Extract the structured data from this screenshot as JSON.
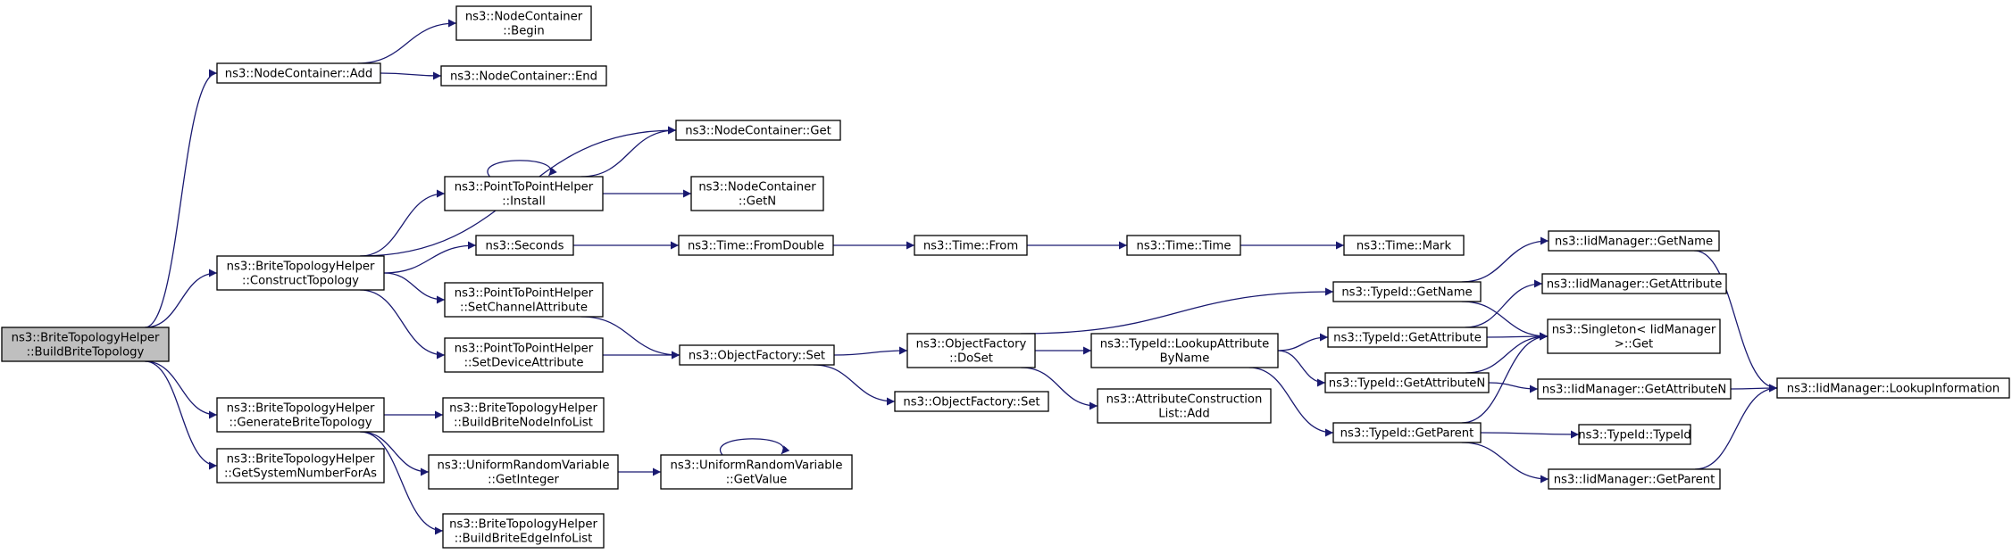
{
  "colors": {
    "edge": "#191970",
    "node_border": "#000000",
    "node_fill": "#ffffff",
    "root_fill": "#bfbfbf"
  },
  "nodes": [
    {
      "id": "root",
      "lines": [
        "ns3::BriteTopologyHelper",
        "::BuildBriteTopology"
      ],
      "root": true
    },
    {
      "id": "nc_add",
      "lines": [
        "ns3::NodeContainer::Add"
      ]
    },
    {
      "id": "nc_begin",
      "lines": [
        "ns3::NodeContainer",
        "::Begin"
      ]
    },
    {
      "id": "nc_end",
      "lines": [
        "ns3::NodeContainer::End"
      ]
    },
    {
      "id": "construct",
      "lines": [
        "ns3::BriteTopologyHelper",
        "::ConstructTopology"
      ]
    },
    {
      "id": "nc_get",
      "lines": [
        "ns3::NodeContainer::Get"
      ]
    },
    {
      "id": "p2p_install",
      "lines": [
        "ns3::PointToPointHelper",
        "::Install"
      ]
    },
    {
      "id": "nc_getn",
      "lines": [
        "ns3::NodeContainer",
        "::GetN"
      ]
    },
    {
      "id": "seconds",
      "lines": [
        "ns3::Seconds"
      ]
    },
    {
      "id": "fromdouble",
      "lines": [
        "ns3::Time::FromDouble"
      ]
    },
    {
      "id": "time_from",
      "lines": [
        "ns3::Time::From"
      ]
    },
    {
      "id": "time_time",
      "lines": [
        "ns3::Time::Time"
      ]
    },
    {
      "id": "time_mark",
      "lines": [
        "ns3::Time::Mark"
      ]
    },
    {
      "id": "setchannel",
      "lines": [
        "ns3::PointToPointHelper",
        "::SetChannelAttribute"
      ]
    },
    {
      "id": "setdevice",
      "lines": [
        "ns3::PointToPointHelper",
        "::SetDeviceAttribute"
      ]
    },
    {
      "id": "of_set",
      "lines": [
        "ns3::ObjectFactory::Set"
      ]
    },
    {
      "id": "of_doset",
      "lines": [
        "ns3::ObjectFactory",
        "::DoSet"
      ]
    },
    {
      "id": "of_set2",
      "lines": [
        "ns3::ObjectFactory::Set"
      ]
    },
    {
      "id": "lookupattr",
      "lines": [
        "ns3::TypeId::LookupAttribute",
        "ByName"
      ]
    },
    {
      "id": "acl_add",
      "lines": [
        "ns3::AttributeConstruction",
        "List::Add"
      ]
    },
    {
      "id": "tid_getname",
      "lines": [
        "ns3::TypeId::GetName"
      ]
    },
    {
      "id": "tid_getattr",
      "lines": [
        "ns3::TypeId::GetAttribute"
      ]
    },
    {
      "id": "tid_getattrn",
      "lines": [
        "ns3::TypeId::GetAttributeN"
      ]
    },
    {
      "id": "tid_getparent",
      "lines": [
        "ns3::TypeId::GetParent"
      ]
    },
    {
      "id": "iid_getname",
      "lines": [
        "ns3::IidManager::GetName"
      ]
    },
    {
      "id": "iid_getattr",
      "lines": [
        "ns3::IidManager::GetAttribute"
      ]
    },
    {
      "id": "singleton",
      "lines": [
        "ns3::Singleton< IidManager",
        " >::Get"
      ]
    },
    {
      "id": "iid_getattrn",
      "lines": [
        "ns3::IidManager::GetAttributeN"
      ]
    },
    {
      "id": "iid_lookup",
      "lines": [
        "ns3::IidManager::LookupInformation"
      ]
    },
    {
      "id": "tid_typeid",
      "lines": [
        "ns3::TypeId::TypeId"
      ]
    },
    {
      "id": "iid_getparent",
      "lines": [
        "ns3::IidManager::GetParent"
      ]
    },
    {
      "id": "genbrite",
      "lines": [
        "ns3::BriteTopologyHelper",
        "::GenerateBriteTopology"
      ]
    },
    {
      "id": "sysnum",
      "lines": [
        "ns3::BriteTopologyHelper",
        "::GetSystemNumberForAs"
      ]
    },
    {
      "id": "nodeinfo",
      "lines": [
        "ns3::BriteTopologyHelper",
        "::BuildBriteNodeInfoList"
      ]
    },
    {
      "id": "getint",
      "lines": [
        "ns3::UniformRandomVariable",
        "::GetInteger"
      ]
    },
    {
      "id": "getvalue",
      "lines": [
        "ns3::UniformRandomVariable",
        "::GetValue"
      ]
    },
    {
      "id": "edgeinfo",
      "lines": [
        "ns3::BriteTopologyHelper",
        "::BuildBriteEdgeInfoList"
      ]
    }
  ],
  "edges": [
    [
      "root",
      "nc_add"
    ],
    [
      "root",
      "construct"
    ],
    [
      "root",
      "genbrite"
    ],
    [
      "root",
      "sysnum"
    ],
    [
      "nc_add",
      "nc_begin"
    ],
    [
      "nc_add",
      "nc_end"
    ],
    [
      "construct",
      "nc_get"
    ],
    [
      "construct",
      "p2p_install"
    ],
    [
      "construct",
      "seconds"
    ],
    [
      "construct",
      "setchannel"
    ],
    [
      "construct",
      "setdevice"
    ],
    [
      "p2p_install",
      "nc_get"
    ],
    [
      "p2p_install",
      "nc_getn"
    ],
    [
      "p2p_install",
      "p2p_install"
    ],
    [
      "seconds",
      "fromdouble"
    ],
    [
      "fromdouble",
      "time_from"
    ],
    [
      "time_from",
      "time_time"
    ],
    [
      "time_time",
      "time_mark"
    ],
    [
      "setchannel",
      "of_set"
    ],
    [
      "setdevice",
      "of_set"
    ],
    [
      "of_set",
      "of_doset"
    ],
    [
      "of_set",
      "of_set2"
    ],
    [
      "of_doset",
      "tid_getname"
    ],
    [
      "of_doset",
      "lookupattr"
    ],
    [
      "of_doset",
      "acl_add"
    ],
    [
      "lookupattr",
      "tid_getattr"
    ],
    [
      "lookupattr",
      "tid_getattrn"
    ],
    [
      "lookupattr",
      "tid_getparent"
    ],
    [
      "tid_getname",
      "iid_getname"
    ],
    [
      "tid_getname",
      "singleton"
    ],
    [
      "tid_getattr",
      "iid_getattr"
    ],
    [
      "tid_getattr",
      "singleton"
    ],
    [
      "tid_getattrn",
      "singleton"
    ],
    [
      "tid_getattrn",
      "iid_getattrn"
    ],
    [
      "tid_getparent",
      "singleton"
    ],
    [
      "tid_getparent",
      "tid_typeid"
    ],
    [
      "tid_getparent",
      "iid_getparent"
    ],
    [
      "iid_getname",
      "iid_lookup"
    ],
    [
      "iid_getattrn",
      "iid_lookup"
    ],
    [
      "iid_getparent",
      "iid_lookup"
    ],
    [
      "genbrite",
      "nodeinfo"
    ],
    [
      "genbrite",
      "getint"
    ],
    [
      "genbrite",
      "edgeinfo"
    ],
    [
      "getint",
      "getvalue"
    ],
    [
      "getvalue",
      "getvalue"
    ]
  ]
}
